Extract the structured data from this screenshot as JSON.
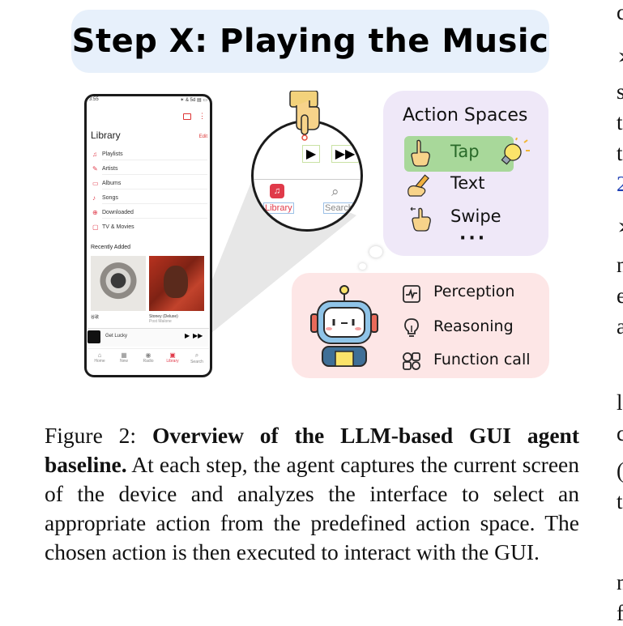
{
  "banner": {
    "title": "Step X: Playing the Music"
  },
  "phone": {
    "status_time": "3:55",
    "status_right": "✶ & 5d ▤ ▭",
    "library_title": "Library",
    "edit_label": "Edit",
    "menu_items": [
      "Playlists",
      "Artists",
      "Albums",
      "Songs",
      "Downloaded",
      "TV & Movies"
    ],
    "recently_added_label": "Recently Added",
    "album_1_caption": "谷歌",
    "album_2_caption": "Stoney (Deluxe)",
    "album_2_artist": "Post Malone",
    "now_playing": "Get Lucky",
    "tabs": [
      "Home",
      "New",
      "Radio",
      "Library",
      "Search"
    ],
    "active_tab": "Library"
  },
  "magnifier": {
    "library_label": "Library",
    "search_label": "Search"
  },
  "action_spaces": {
    "title": "Action Spaces",
    "actions": [
      "Tap",
      "Text",
      "Swipe"
    ],
    "selected_action": "Tap",
    "more": "···"
  },
  "capabilities": {
    "items": [
      "Perception",
      "Reasoning",
      "Function call"
    ]
  },
  "caption": {
    "label": "Figure 2:",
    "bold": "Overview of the LLM-based GUI agent baseline.",
    "body": "At each step, the agent captures the current screen of the device and analyzes the interface to select an appropriate action from the predefined action space. The chosen action is then executed to interact with the GUI."
  },
  "right_column_fragments": [
    "c",
    "➢",
    "s",
    "t",
    "t",
    "2",
    "➢",
    "n",
    "e",
    "a",
    "l",
    "c",
    "(",
    "t",
    "n",
    "f"
  ],
  "colors": {
    "banner_bg": "#e7f0fb",
    "action_panel_bg": "#efe8f8",
    "capability_panel_bg": "#fde6e6",
    "tap_highlight": "#a8d89a",
    "accent_red": "#e03a4a"
  }
}
